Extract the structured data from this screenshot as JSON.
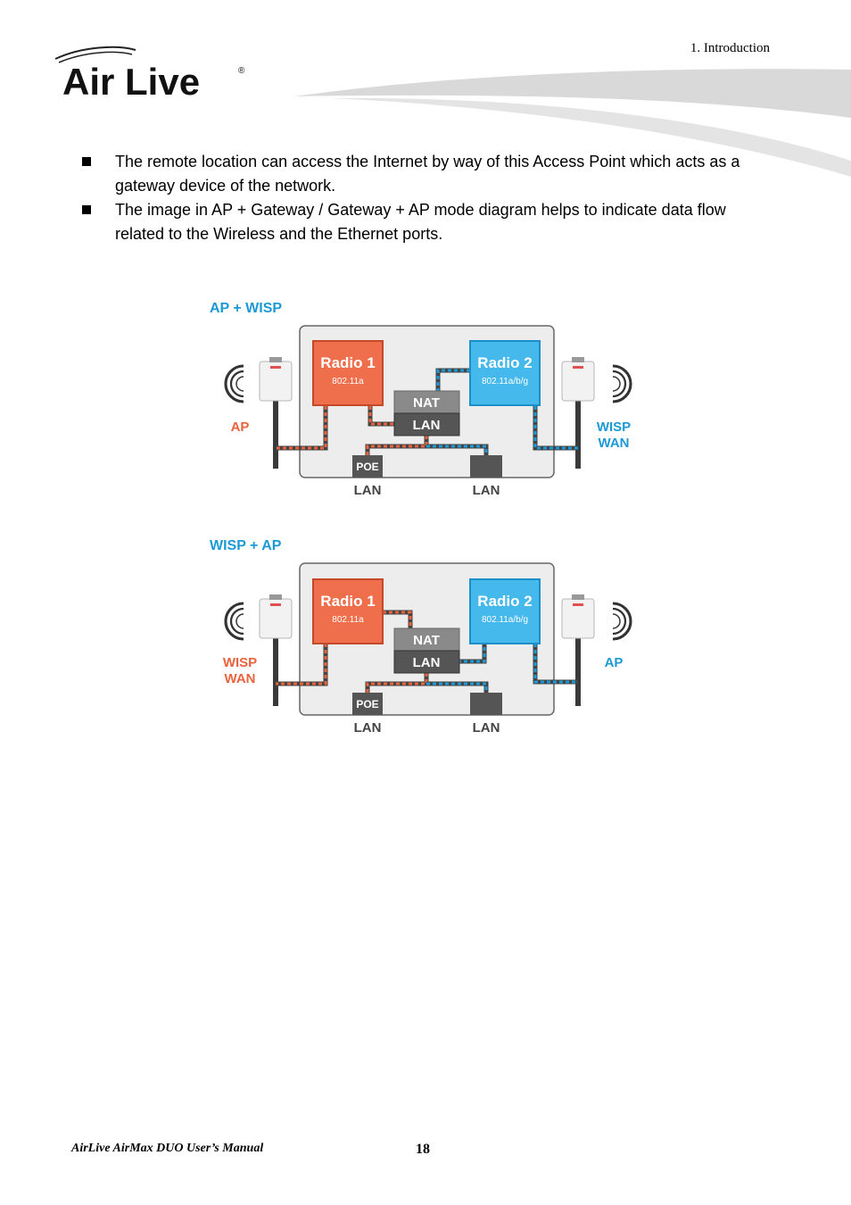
{
  "header": {
    "logo_text": "Air Live",
    "logo_mark": "®",
    "section": "1. Introduction"
  },
  "bullets": [
    "The remote location can access the Internet by way of this Access Point which acts as a gateway device of the network.",
    "The image in AP + Gateway / Gateway + AP mode diagram helps to indicate data flow related to the Wireless and the Ethernet ports."
  ],
  "diagrams": [
    {
      "title": "AP + WISP",
      "radio1": {
        "name": "Radio 1",
        "standard": "802.11a"
      },
      "radio2": {
        "name": "Radio 2",
        "standard": "802.11a/b/g"
      },
      "nat": "NAT",
      "lan_block": "LAN",
      "poe": "POE",
      "port_left": "LAN",
      "port_right": "LAN",
      "left_label": [
        "AP"
      ],
      "right_label": [
        "WISP",
        "WAN"
      ]
    },
    {
      "title": "WISP + AP",
      "radio1": {
        "name": "Radio 1",
        "standard": "802.11a"
      },
      "radio2": {
        "name": "Radio 2",
        "standard": "802.11a/b/g"
      },
      "nat": "NAT",
      "lan_block": "LAN",
      "poe": "POE",
      "port_left": "LAN",
      "port_right": "LAN",
      "left_label": [
        "WISP",
        "WAN"
      ],
      "right_label": [
        "AP"
      ]
    }
  ],
  "footer": {
    "manual": "AirLive AirMax DUO User’s Manual",
    "page": "18"
  },
  "colors": {
    "orange": "#e8633e",
    "blue": "#1d9ad6",
    "radio1_fill": "#ef6f4d",
    "radio2_fill": "#45b8ec",
    "nat_fill": "#8a8a8a",
    "lan_fill": "#555555",
    "panel_fill": "#ededed"
  }
}
